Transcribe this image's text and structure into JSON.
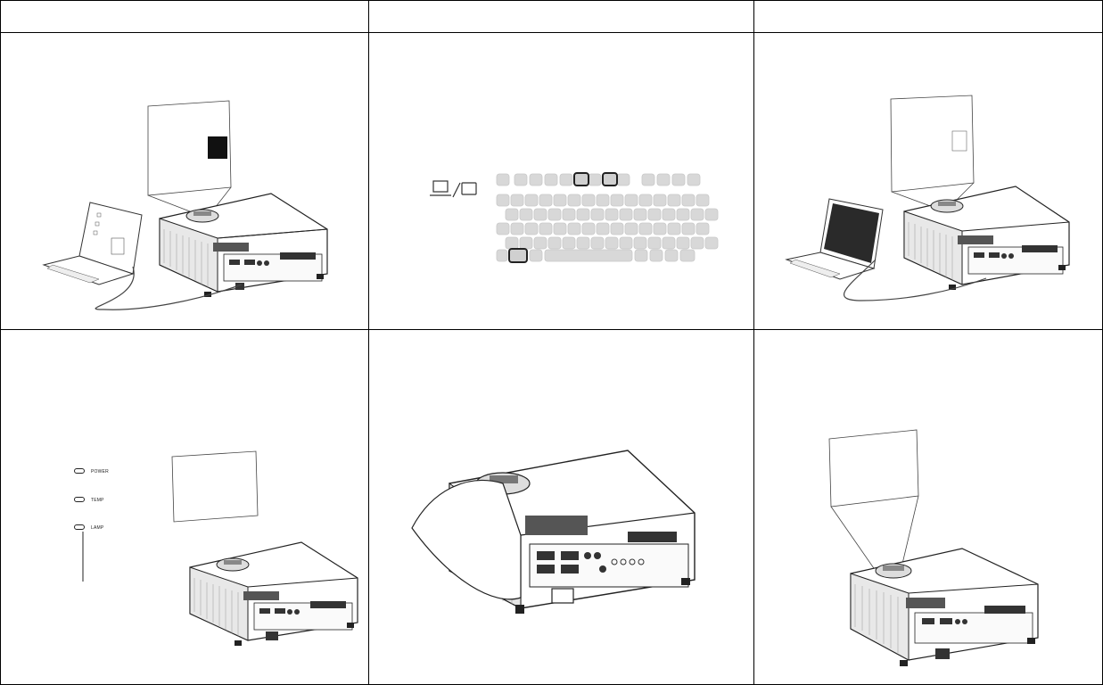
{
  "table": {
    "header_cells": [
      "",
      "",
      ""
    ]
  },
  "led_panel": {
    "power_label": "POWER",
    "temp_label": "TEMP",
    "lamp_label": "LAMP"
  }
}
